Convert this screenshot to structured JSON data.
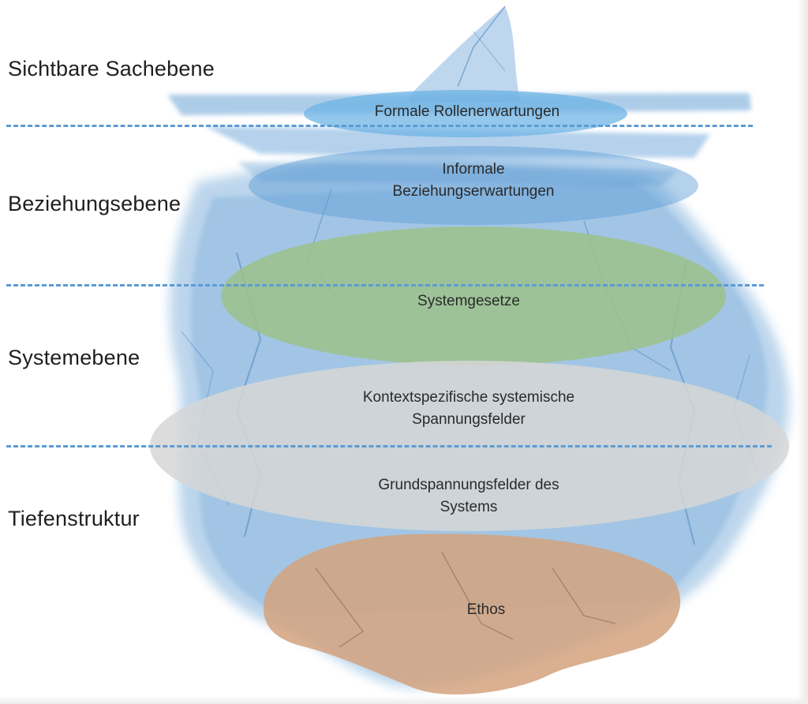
{
  "levels": {
    "sichtbar": "Sichtbare Sachebene",
    "beziehung": "Beziehungsebene",
    "system": "Systemebene",
    "tiefe": "Tiefenstruktur"
  },
  "zones": {
    "formal": "Formale Rollenerwartungen",
    "informal_1": "Informale",
    "informal_2": "Beziehungserwartungen",
    "gesetze": "Systemgesetze",
    "kontext_1": "Kontextspezifische systemische",
    "kontext_2": "Spannungsfelder",
    "grund_1": "Grundspannungsfelder des",
    "grund_2": "Systems",
    "ethos": "Ethos"
  },
  "colors": {
    "water": "#5b9bd5",
    "systemgesetze": "#9cc18b",
    "spannungsfelder": "#d6d6d6",
    "ethos": "#d3a27e",
    "formal_band": "#6fb4e6"
  }
}
